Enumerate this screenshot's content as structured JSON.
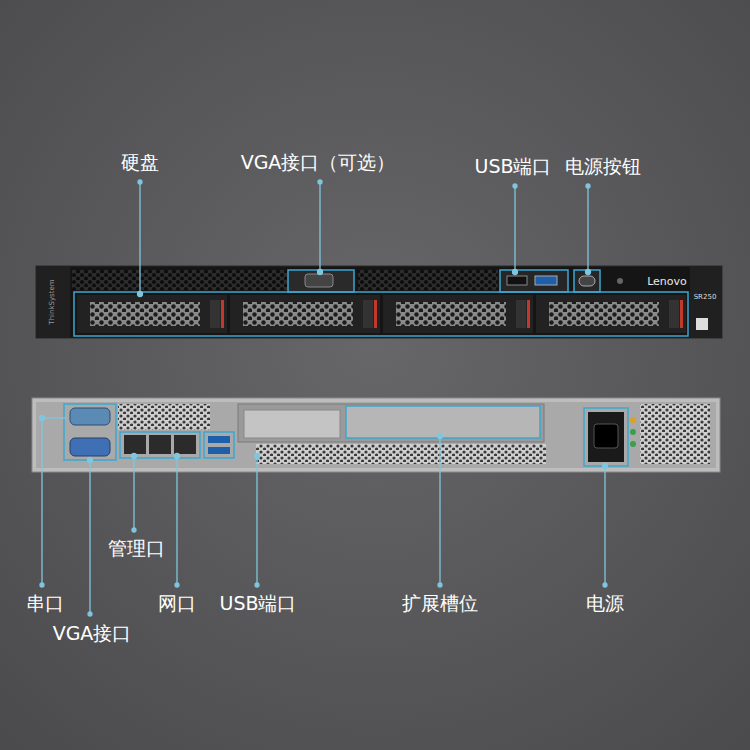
{
  "diagram": {
    "labels": [
      "硬盘",
      "VGA接口（可选）",
      "USB端口",
      "电源按钮",
      "Lenovo",
      "SR250",
      "ThinkSystem",
      "管理口",
      "串口",
      "网口",
      "USB端口",
      "扩展槽位",
      "电源",
      "VGA接口"
    ]
  }
}
